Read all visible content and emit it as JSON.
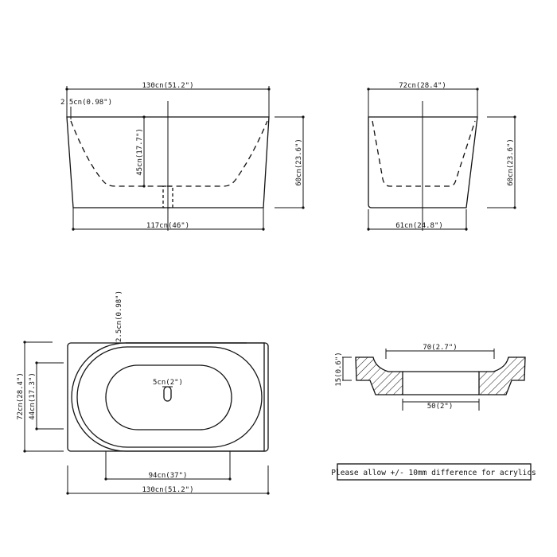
{
  "drawing": {
    "title": "Freestanding bathtub dimension drawing",
    "line_color": "#111111",
    "background": "#ffffff"
  },
  "front_view": {
    "overall_length": "130cn(51.2\")",
    "rim_thickness": "2.5cn(0.98\")",
    "interior_depth": "45cn(17.7\")",
    "height": "60cn(23.6\")",
    "base_length": "117cn(46\")"
  },
  "side_view": {
    "overall_width": "72cn(28.4\")",
    "height": "60cn(23.6\")",
    "base_width": "61cn(24.8\")"
  },
  "top_view": {
    "rim_thickness": "2.5cn(0.98\")",
    "drain_size": "5cn(2\")",
    "overall_width": "72cn(28.4\")",
    "interior_width": "44cn(17.3\")",
    "interior_length": "94cn(37\")",
    "overall_length": "130cn(51.2\")"
  },
  "drain_section": {
    "top_width": "70(2.7\")",
    "height": "15(0.6\")",
    "bottom_width": "50(2\")"
  },
  "note": {
    "text": "Please allow +/- 10mm difference for acrylics"
  }
}
